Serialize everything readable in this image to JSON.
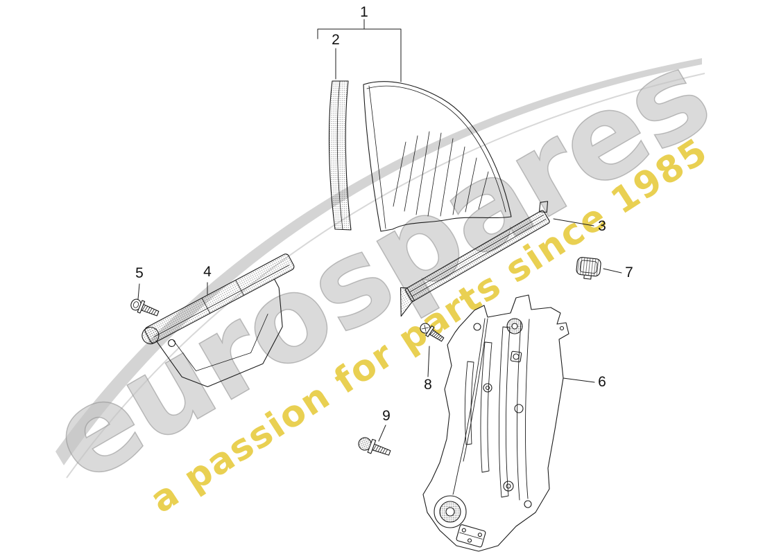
{
  "diagram": {
    "background_color": "#ffffff",
    "line_color": "#1a1a1a",
    "swoosh_color": "#c9c9c9"
  },
  "watermark": {
    "brand": "eurospares",
    "tagline": "a passion for parts since 1985",
    "brand_color": "#c3c3c3",
    "tagline_color": "#e3c427"
  },
  "callouts": [
    {
      "label": "1"
    },
    {
      "label": "2"
    },
    {
      "label": "3"
    },
    {
      "label": "4"
    },
    {
      "label": "5"
    },
    {
      "label": "6"
    },
    {
      "label": "7"
    },
    {
      "label": "8"
    },
    {
      "label": "9"
    }
  ]
}
